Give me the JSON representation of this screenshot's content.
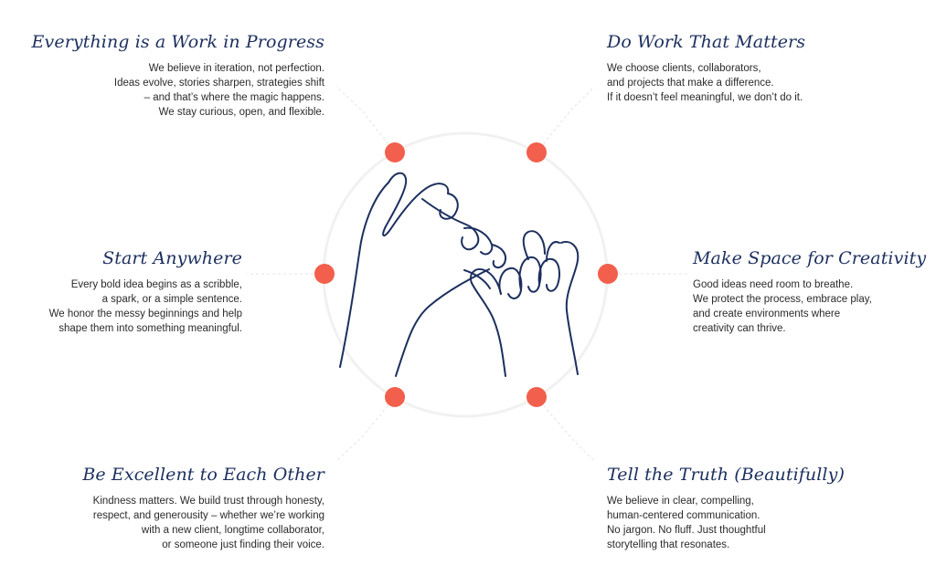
{
  "colors": {
    "heading": "#1c2f5e",
    "body": "#2a2a2a",
    "dot": "#f25f4c",
    "ring": "#efefef",
    "connector": "#e2e2e2",
    "hands": "#1c2f5e"
  },
  "center_illustration": "pinky-promise-hands-illustration",
  "values": [
    {
      "title": "Everything is a Work in Progress",
      "lines": [
        "We believe in iteration, not perfection.",
        "Ideas evolve, stories sharpen, strategies shift",
        "– and that’s where the magic happens.",
        "We stay curious, open, and flexible."
      ]
    },
    {
      "title": "Do Work That Matters",
      "lines": [
        "We choose clients, collaborators,",
        "and projects that make a difference.",
        "If it doesn’t feel meaningful, we don’t do it."
      ]
    },
    {
      "title": "Start Anywhere",
      "lines": [
        "Every bold idea begins as a scribble,",
        "a spark, or a simple sentence.",
        "We honor the messy beginnings and help",
        "shape them into something meaningful."
      ]
    },
    {
      "title": "Make Space for Creativity",
      "lines": [
        "Good ideas need room to breathe.",
        "We protect the process, embrace play,",
        "and create environments where",
        "creativity can thrive."
      ]
    },
    {
      "title": "Be Excellent to Each Other",
      "lines": [
        "Kindness matters. We build trust through honesty,",
        "respect, and generousity – whether we’re working",
        "with a new client, longtime collaborator,",
        "or someone just finding their voice."
      ]
    },
    {
      "title": "Tell the Truth (Beautifully)",
      "lines": [
        "We believe in clear, compelling,",
        "human-centered communication.",
        "No jargon. No fluff. Just thoughtful",
        "storytelling that resonates."
      ]
    }
  ]
}
